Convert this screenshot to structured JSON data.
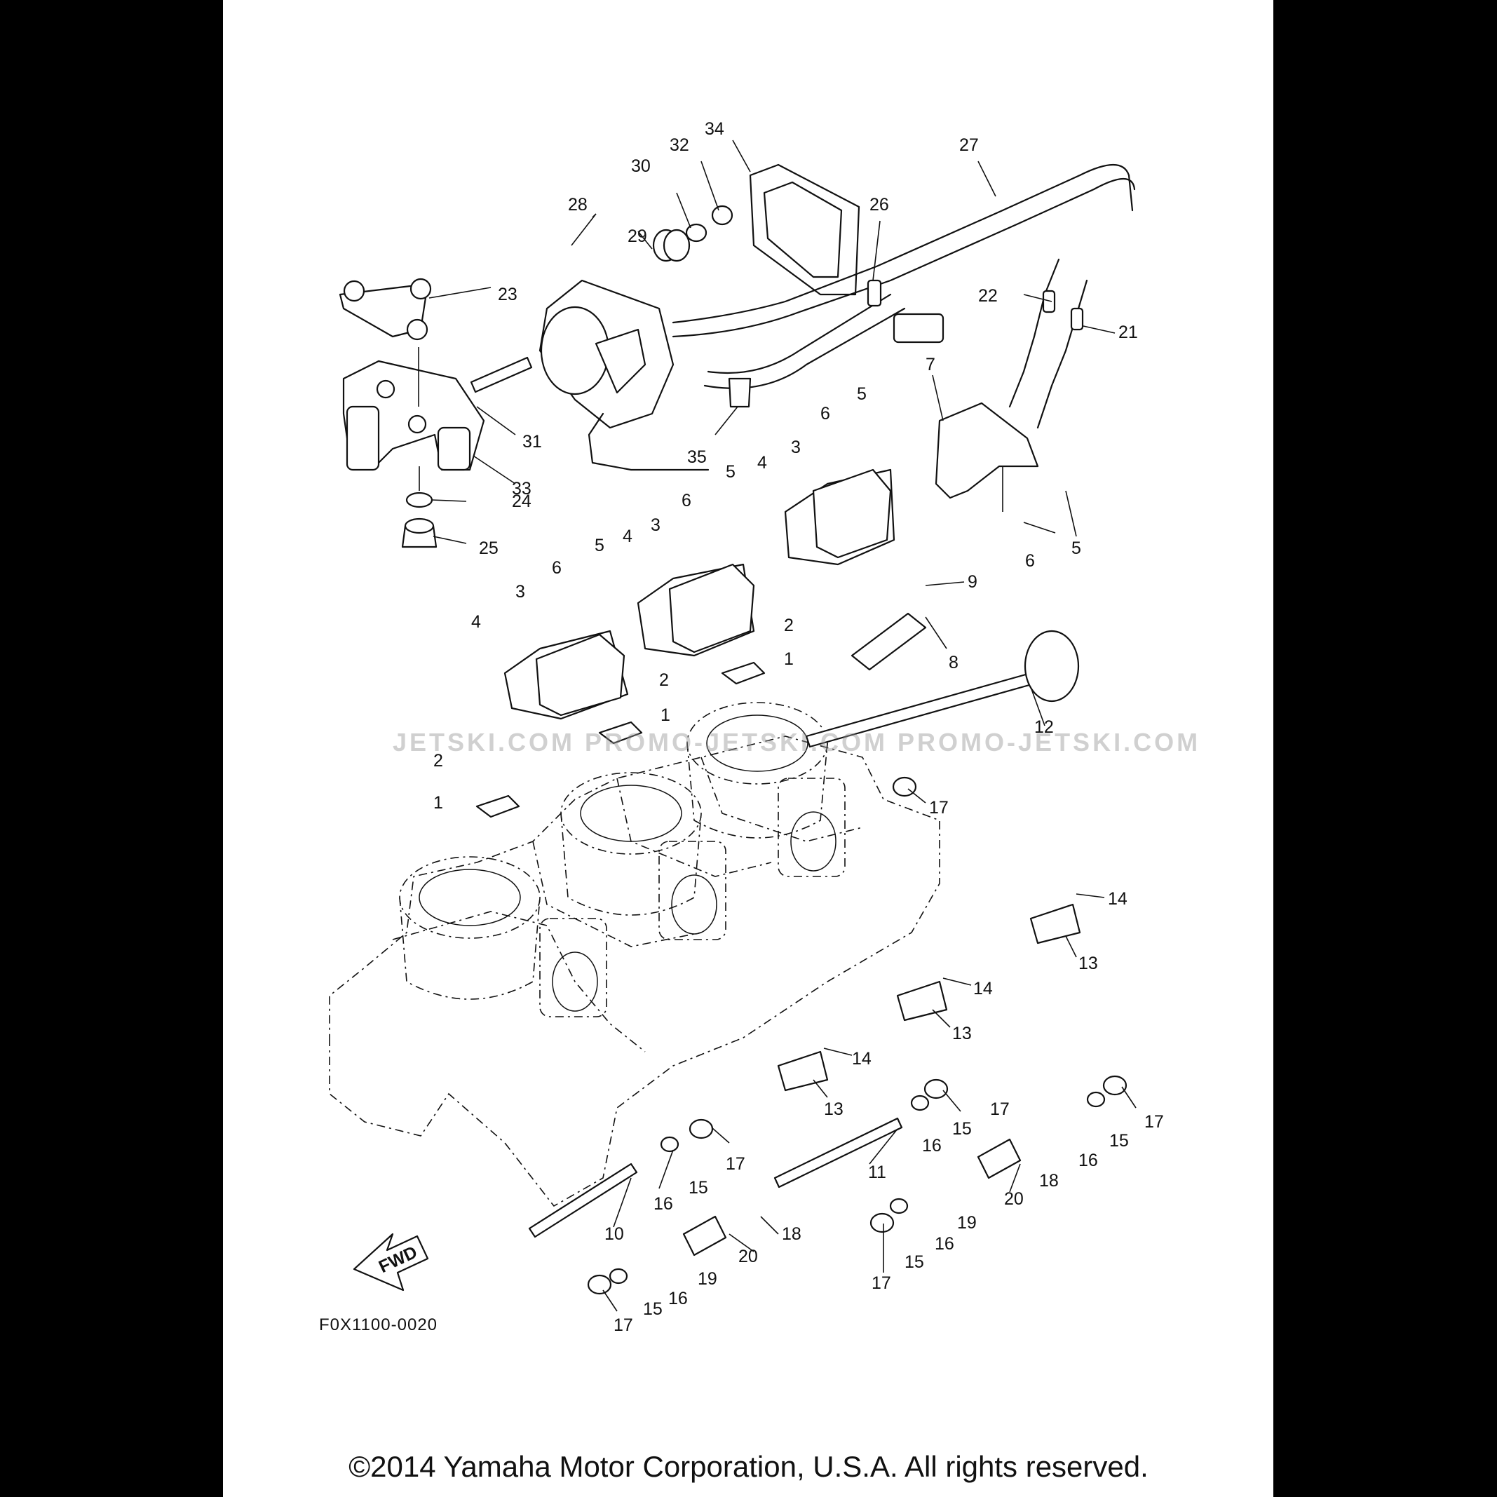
{
  "figure_code": "F0X1100-0020",
  "watermark": "JETSKI.COM   PROMO-JETSKI.COM   PROMO-JETSKI.COM",
  "copyright": "©2014 Yamaha Motor Corporation, U.S.A. All rights reserved.",
  "fwd_label": "FWD",
  "callouts": {
    "c1a": "1",
    "c1b": "1",
    "c1c": "1",
    "c2a": "2",
    "c2b": "2",
    "c2c": "2",
    "c3a": "3",
    "c3b": "3",
    "c3c": "3",
    "c4a": "4",
    "c4b": "4",
    "c4c": "4",
    "c5a": "5",
    "c5b": "5",
    "c5c": "5",
    "c5d": "5",
    "c6a": "6",
    "c6b": "6",
    "c6c": "6",
    "c6d": "6",
    "c7": "7",
    "c8": "8",
    "c9": "9",
    "c10": "10",
    "c11": "11",
    "c12": "12",
    "c13a": "13",
    "c13b": "13",
    "c13c": "13",
    "c14a": "14",
    "c14b": "14",
    "c14c": "14",
    "c15a": "15",
    "c15b": "15",
    "c15c": "15",
    "c15d": "15",
    "c15e": "15",
    "c16a": "16",
    "c16b": "16",
    "c16c": "16",
    "c16d": "16",
    "c16e": "16",
    "c17a": "17",
    "c17b": "17",
    "c17c": "17",
    "c17d": "17",
    "c17e": "17",
    "c17f": "17",
    "c18a": "18",
    "c18b": "18",
    "c19a": "19",
    "c19b": "19",
    "c20a": "20",
    "c20b": "20",
    "c21": "21",
    "c22": "22",
    "c23": "23",
    "c24": "24",
    "c25": "25",
    "c26": "26",
    "c27": "27",
    "c28": "28",
    "c29": "29",
    "c30": "30",
    "c31": "31",
    "c32": "32",
    "c33": "33",
    "c34": "34",
    "c35": "35"
  }
}
